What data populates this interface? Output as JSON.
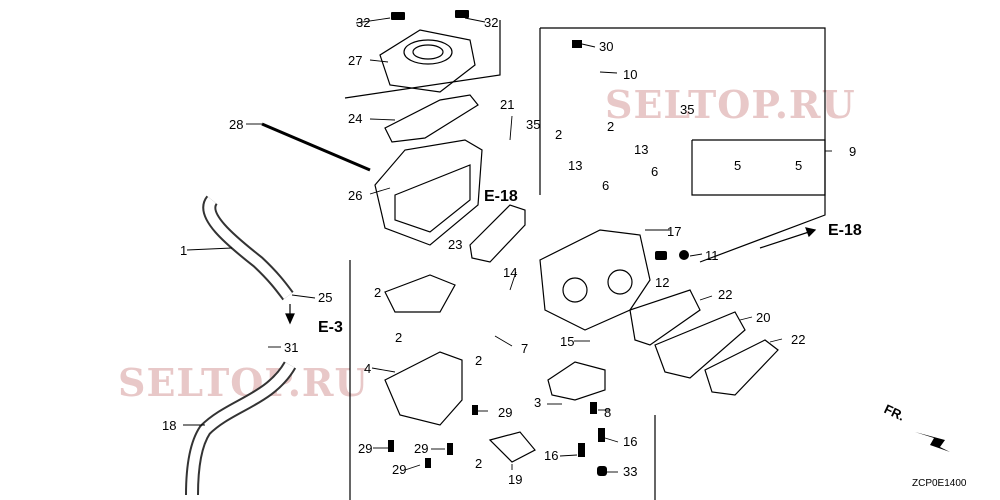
{
  "callouts": [
    "1",
    "2",
    "2",
    "2",
    "2",
    "2",
    "2",
    "3",
    "4",
    "5",
    "5",
    "6",
    "6",
    "7",
    "8",
    "9",
    "10",
    "11",
    "12",
    "13",
    "13",
    "14",
    "15",
    "16",
    "16",
    "17",
    "18",
    "19",
    "20",
    "21",
    "22",
    "22",
    "23",
    "24",
    "25",
    "26",
    "27",
    "28",
    "29",
    "29",
    "29",
    "29",
    "30",
    "31",
    "32",
    "32",
    "33",
    "35",
    "35"
  ],
  "refs": {
    "e18_a": "E-18",
    "e18_b": "E-18",
    "e3": "E-3",
    "fr": "FR."
  },
  "watermarks": {
    "top": "SELTOP.RU",
    "bottom": "SELTOP.RU"
  },
  "diagram_code": "ZCP0E1400"
}
